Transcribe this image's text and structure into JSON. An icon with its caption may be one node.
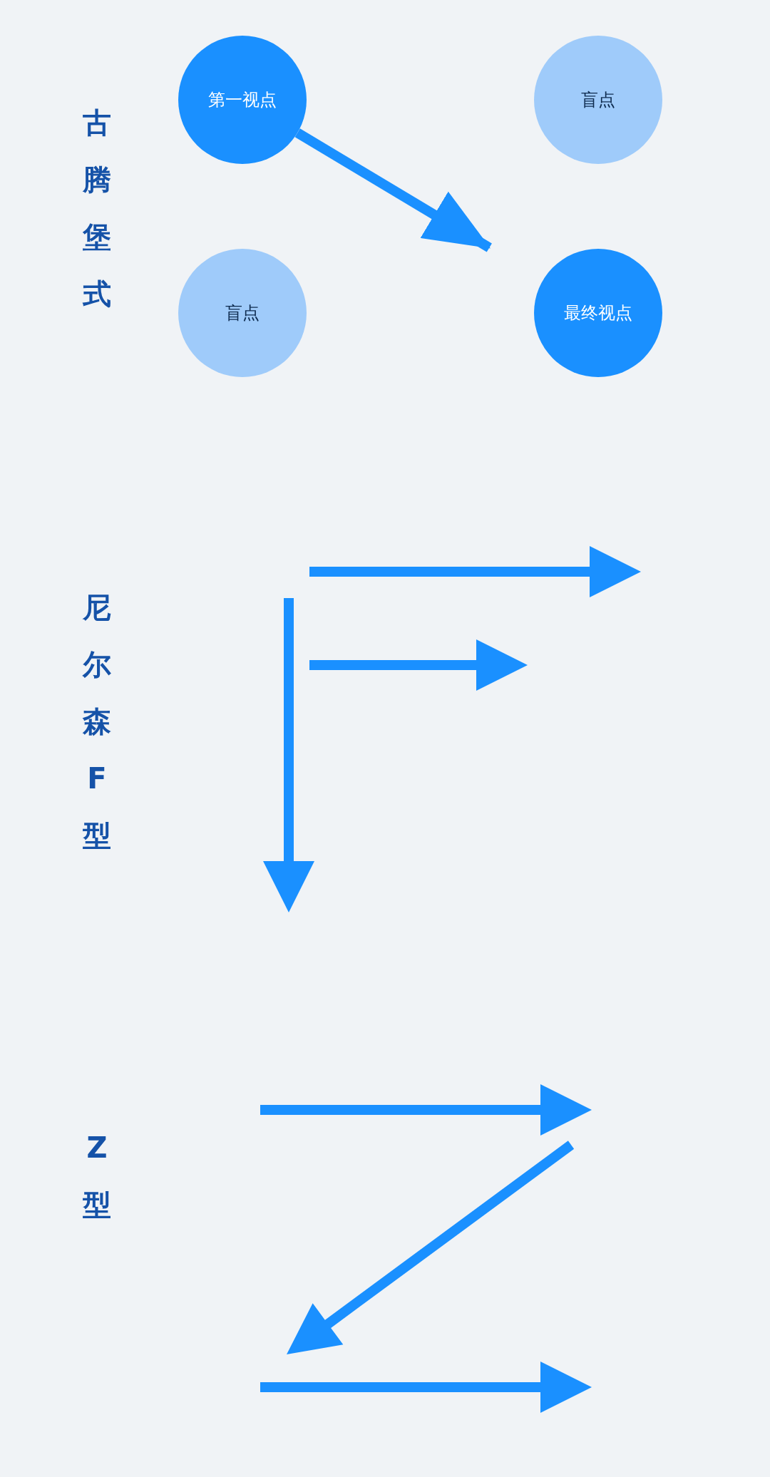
{
  "diagram": {
    "nodes": [
      {
        "text": [
          "第一视点"
        ]
      },
      {
        "text": [
          "盲点"
        ]
      },
      {
        "text": [
          "盲点"
        ]
      },
      {
        "text": [
          "最终视点"
        ]
      }
    ],
    "edges": [
      {
        "from": 0,
        "to": 3,
        "arrow": "to"
      }
    ],
    "labels": [
      "古腾堡式",
      "尼尔森F型",
      "Z型"
    ]
  }
}
